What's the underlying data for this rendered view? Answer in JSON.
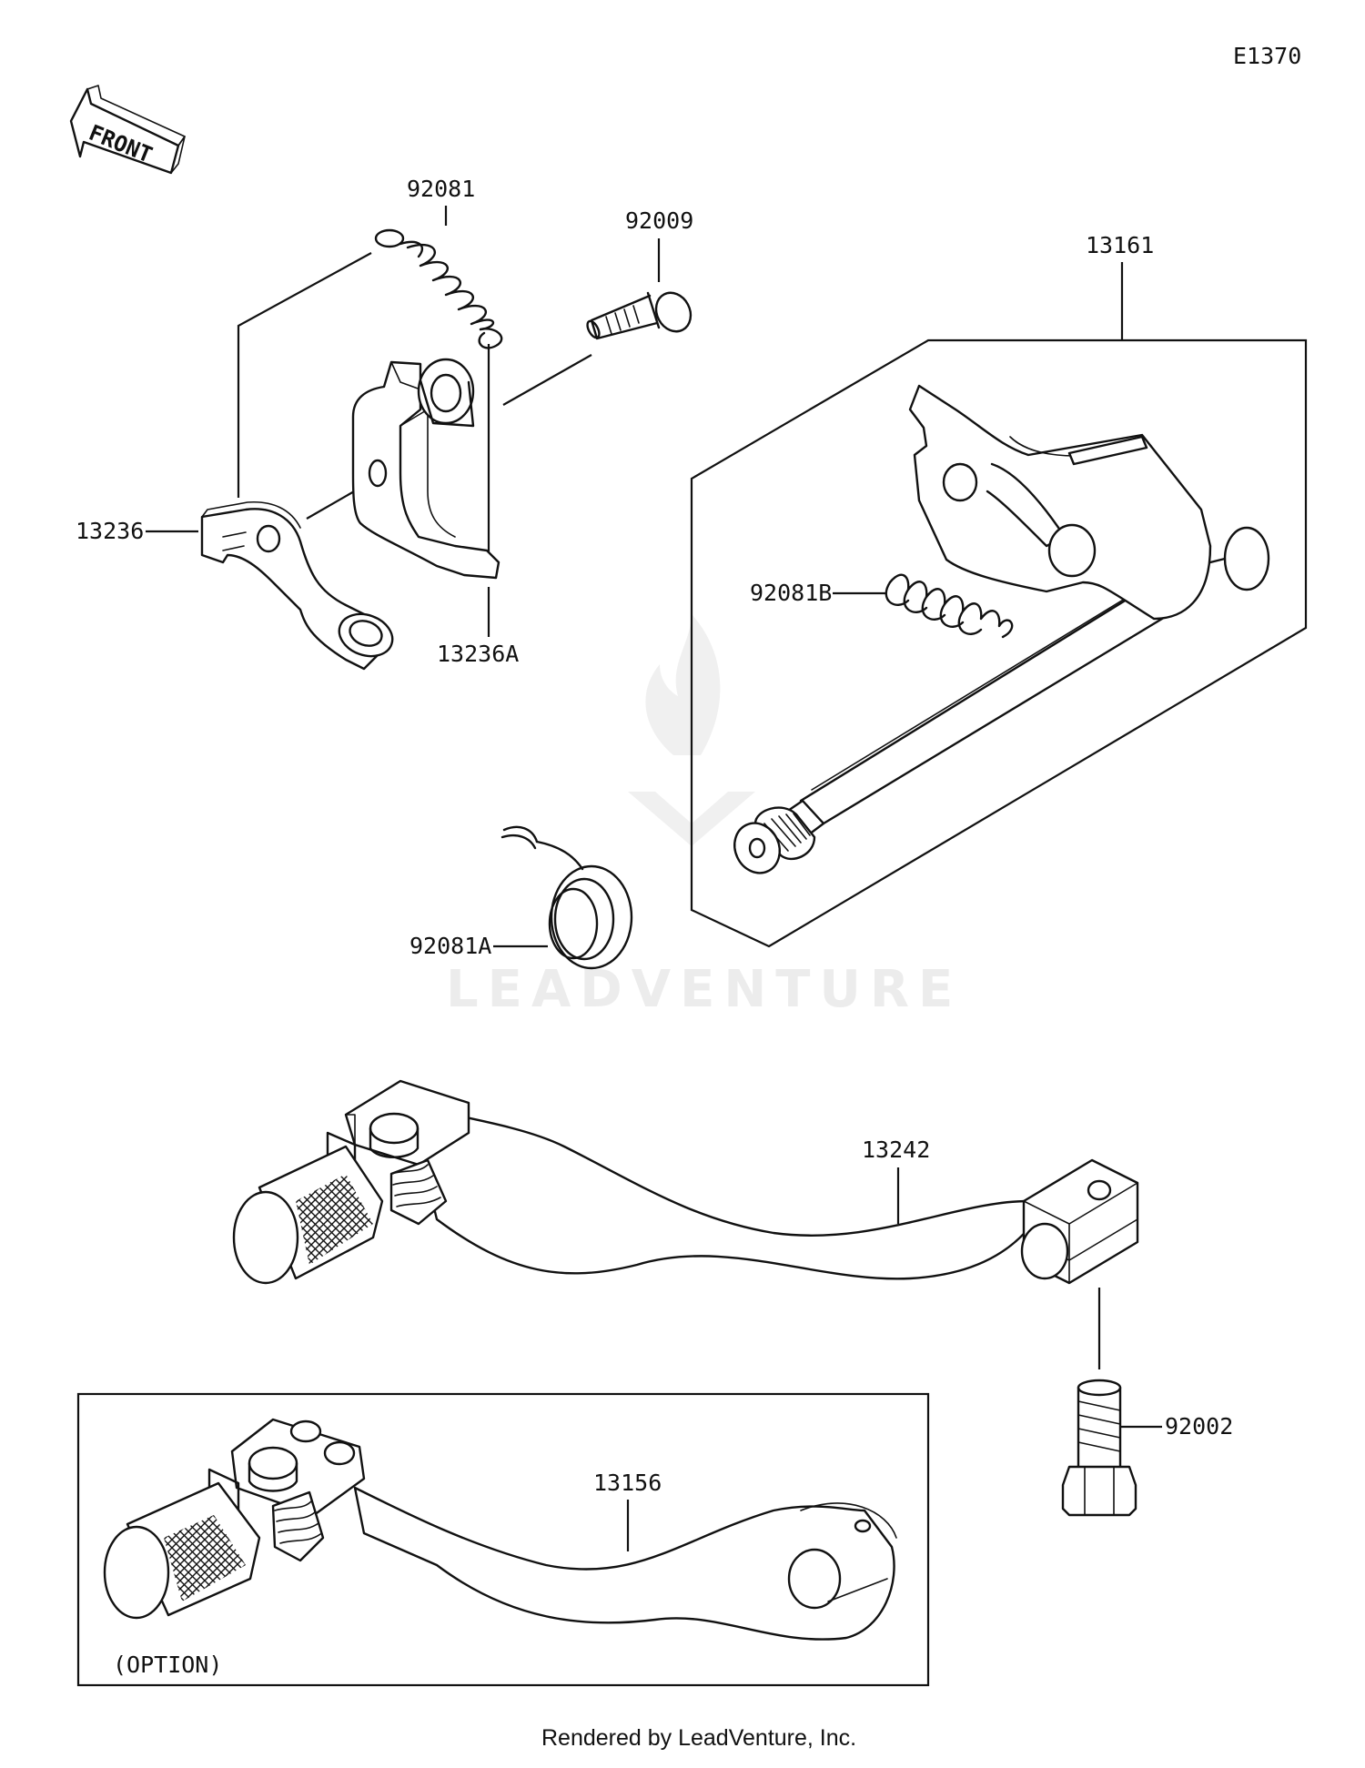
{
  "diagram_code": "E1370",
  "front_label": "FRONT",
  "option_label": "(OPTION)",
  "watermark": "LEADVENTURE",
  "footer": "Rendered by LeadVenture, Inc.",
  "parts": {
    "spring_top": "92081",
    "bolt_top": "92009",
    "shaft_assy": "13161",
    "lever_small": "13236",
    "bracket": "13236A",
    "spring_b": "92081B",
    "spring_a": "92081A",
    "pedal": "13242",
    "bolt_bottom": "92002",
    "pedal_option": "13156"
  }
}
